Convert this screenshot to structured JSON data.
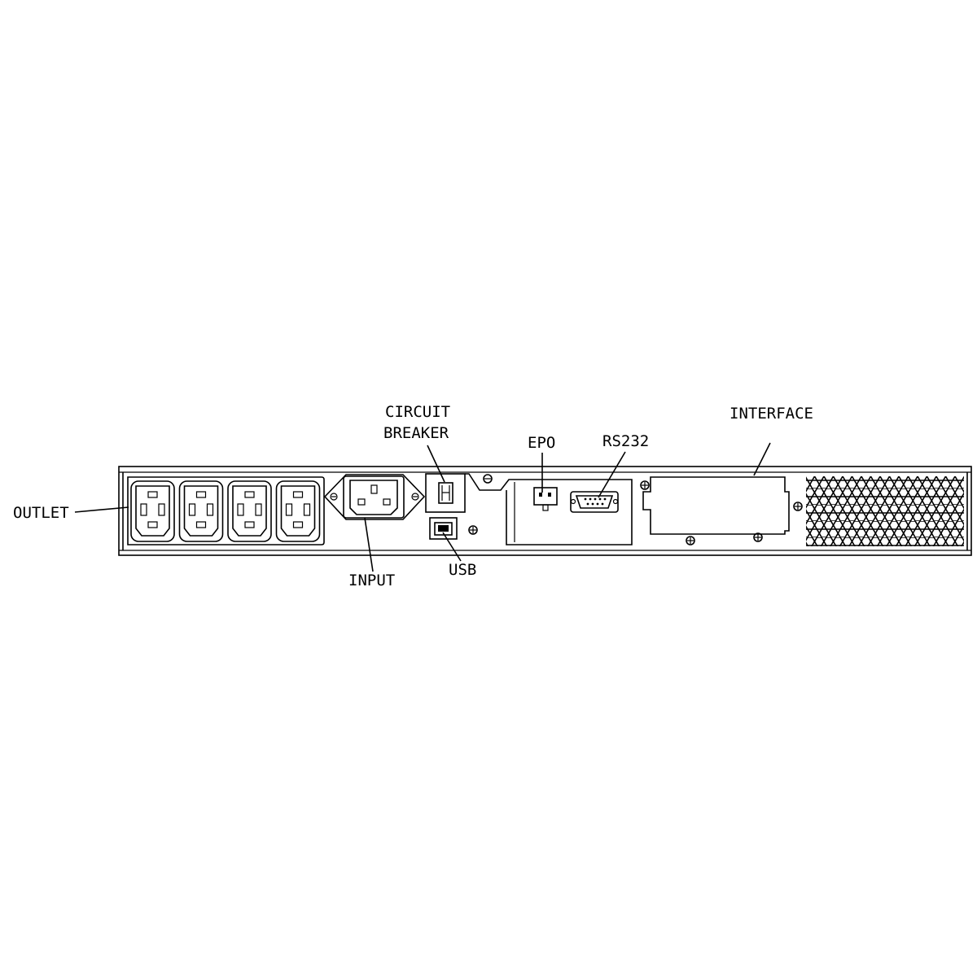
{
  "labels": {
    "outlet": "OUTLET",
    "circuit_breaker_line1": "CIRCUIT",
    "circuit_breaker_line2": "BREAKER",
    "epo": "EPO",
    "rs232": "RS232",
    "interface": "INTERFACE",
    "input": "INPUT",
    "usb": "USB"
  },
  "outlet_count": 4,
  "colors": {
    "line": "#000000",
    "background": "#ffffff"
  }
}
